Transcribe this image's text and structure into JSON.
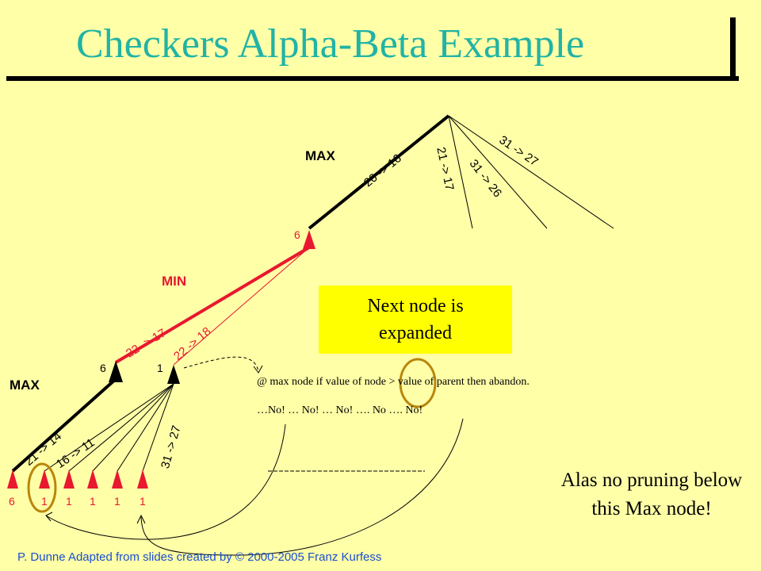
{
  "title": "Checkers Alpha-Beta Example",
  "levels": {
    "max_top": "MAX",
    "min": "MIN",
    "max_bottom": "MAX"
  },
  "moves": {
    "m20_16": "20 -> 16",
    "m21_17": "21 -> 17",
    "m31_26": "31 -> 26",
    "m31_27_top": "31 -> 27",
    "m22_17": "22 -> 17",
    "m22_18": "22 -> 18",
    "m21_14": "21 -> 14",
    "m16_11": "16 -> 11",
    "m31_27_low": "31 -> 27"
  },
  "node_values": {
    "min_node": "6",
    "max_left": "6",
    "max_right": "1",
    "leaves": [
      "6",
      "1",
      "1",
      "1",
      "1",
      "1"
    ]
  },
  "callout": {
    "line1": "Next node is",
    "line2": "expanded"
  },
  "rule_note": "@ max node if value of node > value of parent then abandon.",
  "no_note": "…No! … No! … No! …. No …. No!",
  "alas_note": "Alas no pruning below this Max node!",
  "credit": "P. Dunne  Adapted from slides created by © 2000-2005 Franz Kurfess",
  "colors": {
    "title": "#21b3a6",
    "highlight": "#e8182e",
    "background": "#ffffa8",
    "callout": "#ffff00",
    "credit": "#1a4fd0"
  }
}
